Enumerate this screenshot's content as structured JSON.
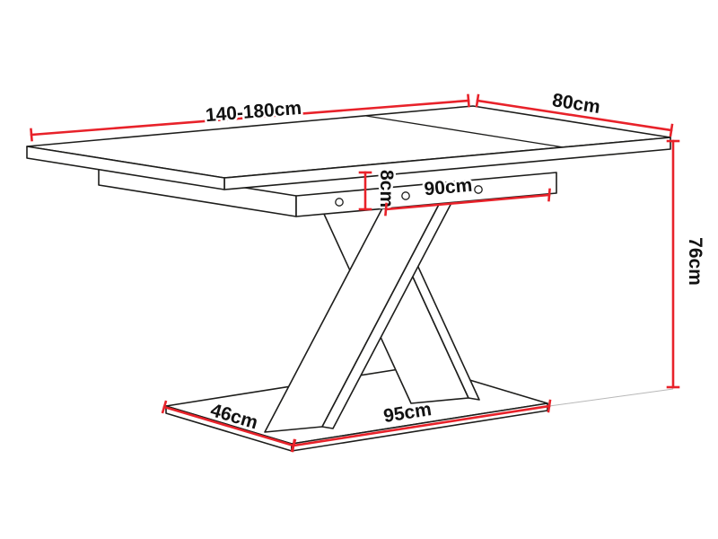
{
  "diagram": {
    "colors": {
      "dimension_line": "#e8222a",
      "outline": "#1d1d1b",
      "background": "#ffffff"
    },
    "labels": {
      "top_length": "140-180cm",
      "top_depth": "80cm",
      "frame_height": "8cm",
      "frame_length": "90cm",
      "table_height": "76cm",
      "base_depth": "46cm",
      "base_length": "95cm"
    }
  }
}
